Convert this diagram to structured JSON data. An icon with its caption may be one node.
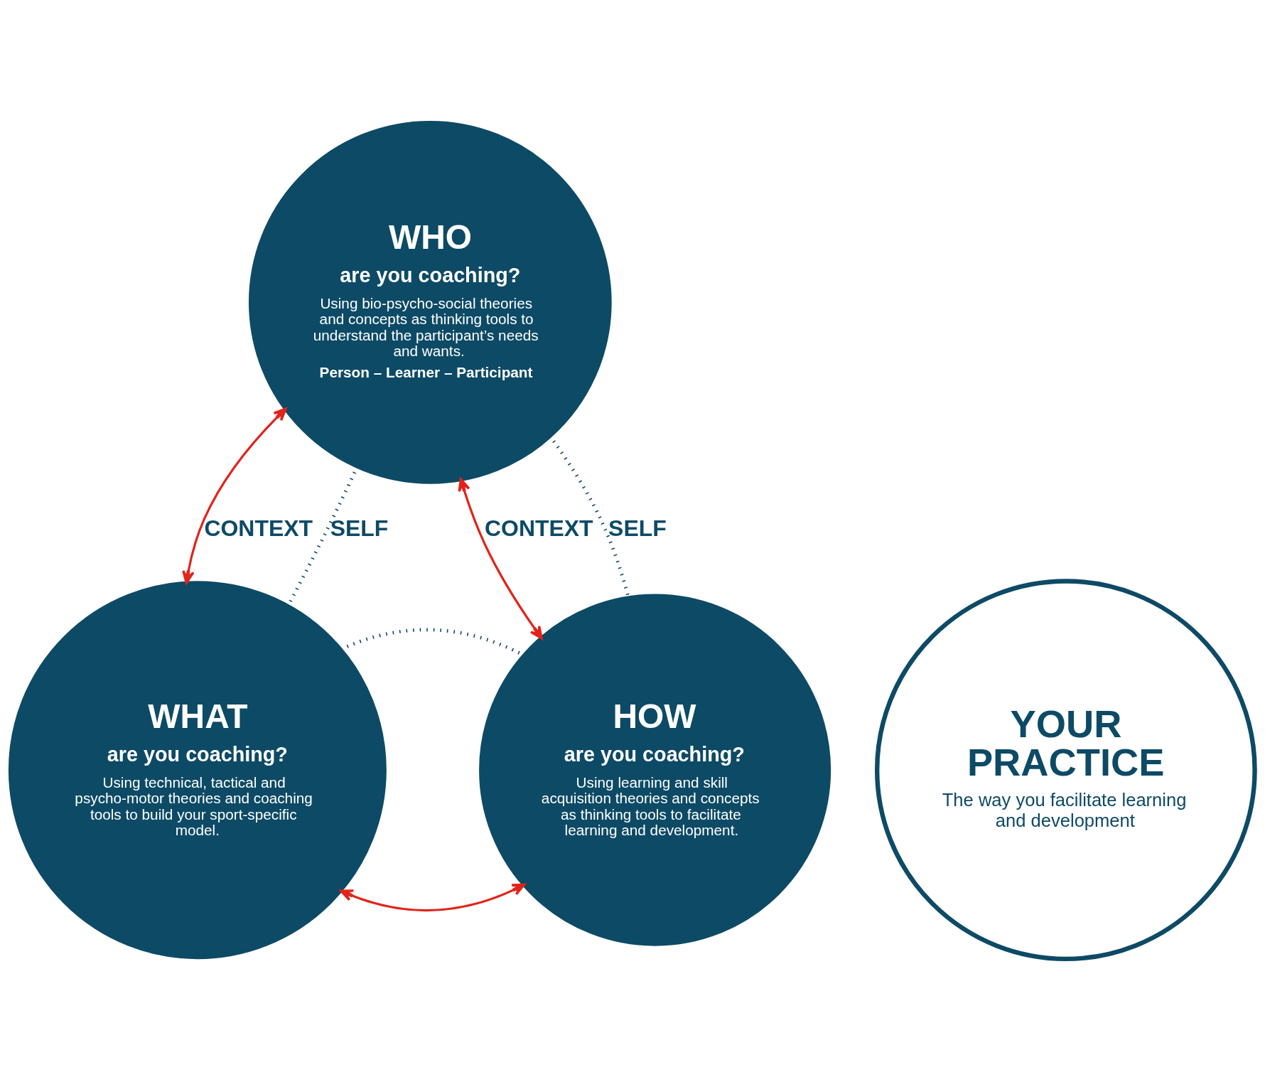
{
  "diagram": {
    "nodes": [
      {
        "text": [
          "WHO",
          "are you coaching?",
          "Using bio-psycho-social theories and concepts as thinking tools to understand the participant’s needs and wants.",
          "Person – Learner – Participant"
        ]
      },
      {
        "text": [
          "YOUR PRACTICE",
          "The way you facilitate learning and development"
        ]
      },
      {
        "text": [
          "WHAT",
          "are you coaching?",
          "Using technical, tactical and psycho-motor theories and coaching tools to build your sport-specific model."
        ]
      },
      {
        "text": [
          "HOW",
          "are you coaching?",
          "Using learning and skill acquisition theories and concepts as thinking tools to facilitate learning and development."
        ]
      }
    ],
    "edges": [
      {
        "from": 0,
        "to": 2,
        "arrow": "both",
        "color": "#e2231a",
        "label": "CONTEXT"
      },
      {
        "from": 0,
        "to": 3,
        "arrow": "both",
        "color": "#e2231a",
        "label": "CONTEXT"
      },
      {
        "from": 2,
        "to": 3,
        "arrow": "both",
        "color": "#e2231a"
      },
      {
        "from": 0,
        "to": 2,
        "arrow": "none",
        "color": "#0d4a66",
        "style": "dashed",
        "label": "SELF"
      },
      {
        "from": 0,
        "to": 3,
        "arrow": "none",
        "color": "#0d4a66",
        "style": "dashed",
        "label": "SELF"
      },
      {
        "from": 2,
        "to": 3,
        "arrow": "none",
        "color": "#0d4a66",
        "style": "dashed"
      }
    ]
  }
}
